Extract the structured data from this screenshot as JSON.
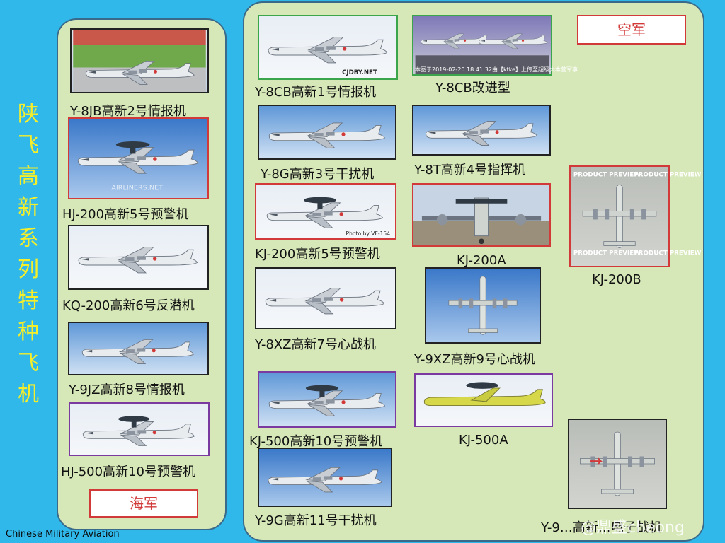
{
  "side_title": [
    "陕",
    "飞",
    "高",
    "新",
    "系",
    "列",
    "特",
    "种",
    "飞",
    "机"
  ],
  "navy": {
    "badge": "海军",
    "items": [
      {
        "caption": "Y-8JB高新2号情报机"
      },
      {
        "caption": "HJ-200高新5号预警机",
        "watermark": "AIRLINERS.NET"
      },
      {
        "caption": "KQ-200高新6号反潜机"
      },
      {
        "caption": "Y-9JZ高新8号情报机"
      },
      {
        "caption": "HJ-500高新10号预警机"
      }
    ]
  },
  "airforce": {
    "badge": "空军",
    "items": [
      {
        "caption": "Y-8CB高新1号情报机",
        "watermark": "CJDBY.NET"
      },
      {
        "caption": "Y-8CB改进型",
        "overlay": "本图于2019-02-20 18:41:32由【ktke】上传至超级大本营军事"
      },
      {
        "caption": "Y-8G高新3号干扰机"
      },
      {
        "caption": "Y-8T高新4号指挥机"
      },
      {
        "caption": "KJ-200高新5号预警机",
        "watermark": "Photo by VF-154"
      },
      {
        "caption": "KJ-200A"
      },
      {
        "caption": "KJ-200B",
        "preview": "PRODUCT PREVIEW"
      },
      {
        "caption": "Y-8XZ高新7号心战机"
      },
      {
        "caption": "Y-9XZ高新9号心战机"
      },
      {
        "caption": "KJ-500高新10号预警机"
      },
      {
        "caption": "KJ-500A"
      },
      {
        "caption": "Y-9G高新11号干扰机"
      },
      {
        "caption": "Y-9…高新…电子战机"
      }
    ]
  },
  "footer": "Chinese Military Aviation",
  "watermark": "@鼎盛cheong",
  "colors": {
    "background": "#30b8ea",
    "panel": "#d6e7b8",
    "title": "#f5ee2a",
    "badge": "#d23a3a"
  }
}
